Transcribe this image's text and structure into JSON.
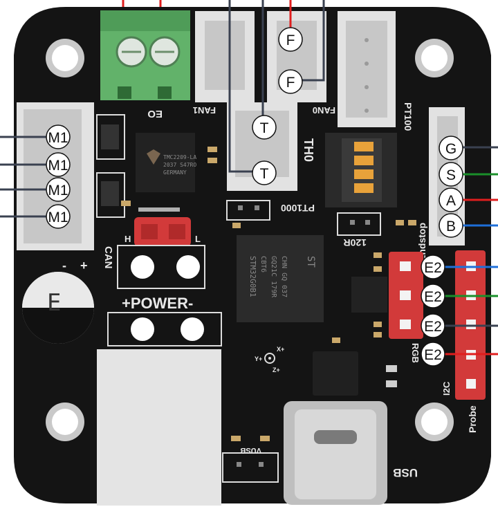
{
  "board": {
    "silkscreen": {
      "eo": "EO",
      "fan1": "FAN1",
      "fan0": "FAN0",
      "pt100": "PT100",
      "th0": "TH0",
      "pt1000": "PT1000",
      "r120": "120R",
      "endstop": "Endstop",
      "can": "CAN",
      "h": "H",
      "l": "L",
      "power": "+POWER-",
      "plus": "+",
      "minus": "-",
      "rgb": "RGB",
      "i2c": "I2C",
      "probe": "Probe",
      "usb": "USB",
      "vusb": "VUSB",
      "xplus": "X+",
      "yplus": "Y+",
      "zplus": "Z+"
    },
    "driver_chip": {
      "line1": "TMC2209-LA",
      "line2": "2037 S47RO",
      "line3": "GERMANY"
    },
    "mcu_chip": {
      "brand": "ST",
      "line1": "STM32G0B1",
      "line2": "CBT6",
      "line3": "GQ21C 179R",
      "line4": "CHN GQ 037"
    },
    "capacitor_label": "E"
  },
  "badges": {
    "m1_1": "M1",
    "m1_2": "M1",
    "m1_3": "M1",
    "m1_4": "M1",
    "f_1": "F",
    "f_2": "F",
    "t_1": "T",
    "t_2": "T",
    "g": "G",
    "s": "S",
    "a": "A",
    "b": "B",
    "e2_1": "E2",
    "e2_2": "E2",
    "e2_3": "E2",
    "e2_4": "E2"
  },
  "colors": {
    "pcb": "#141414",
    "silkscreen": "#e8e8e8",
    "wire_dark": "#3a4150",
    "wire_red": "#e01e1e",
    "wire_green": "#1a8f2a",
    "wire_blue": "#1e6fd9",
    "terminal_green": "#62b26a",
    "header_red": "#d23a3a",
    "dip_orange": "#e8a23a"
  }
}
